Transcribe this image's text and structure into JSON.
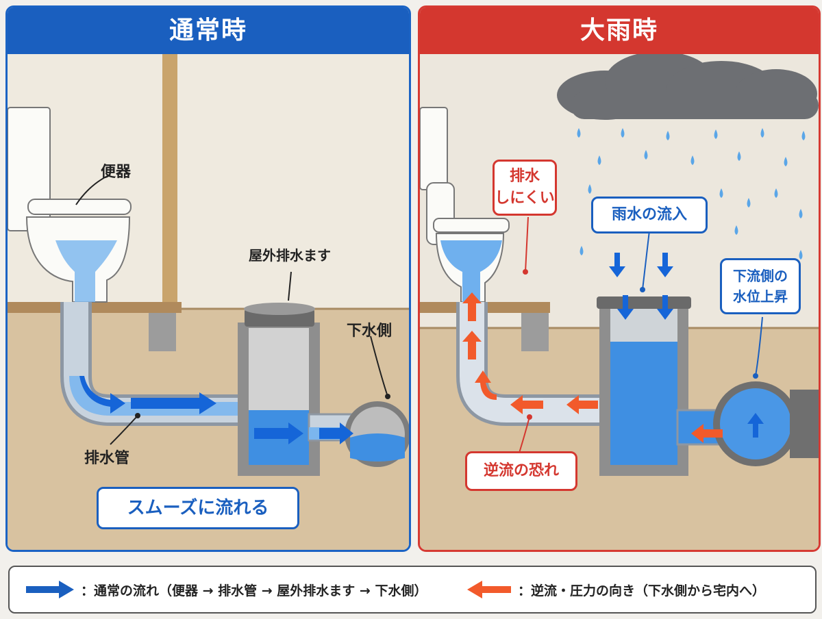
{
  "left_panel": {
    "title": "通常時",
    "labels": {
      "toilet": "便器",
      "outdoor_basin": "屋外排水ます",
      "sewer_side": "下水側",
      "drain_pipe": "排水管"
    },
    "status": "スムーズに流れる"
  },
  "right_panel": {
    "title": "大雨時",
    "callouts": {
      "hard_to_drain": "排水\nしにくい",
      "rain_inflow": "雨水の流入",
      "downstream_rise": "下流側の\n水位上昇",
      "backflow_risk": "逆流の恐れ"
    }
  },
  "legend": {
    "normal": "：通常の流れ（便器 → 排水管 → 屋外排水ます → 下水側）",
    "reverse": "：逆流・圧力の向き（下水側から宅内へ）"
  },
  "colors": {
    "blue_accent": "#1a5fbf",
    "red_accent": "#d4372f",
    "soil": "#d8c2a0",
    "water": "#6fb0ee",
    "flow_arrow_red": "#f25a2b"
  },
  "icons": [
    "toilet-icon",
    "rain-cloud-icon",
    "raindrop-icon",
    "flow-arrow-icon"
  ]
}
